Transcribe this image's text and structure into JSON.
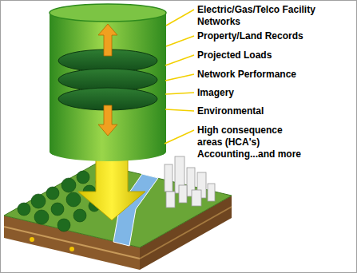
{
  "diagram": {
    "labels": [
      "Electric/Gas/Telco Facility Networks",
      "Property/Land Records",
      "Projected Loads",
      "Network Performance",
      "Imagery",
      "Environmental",
      "High consequence areas (HCA's)",
      "Accounting...and more"
    ]
  }
}
